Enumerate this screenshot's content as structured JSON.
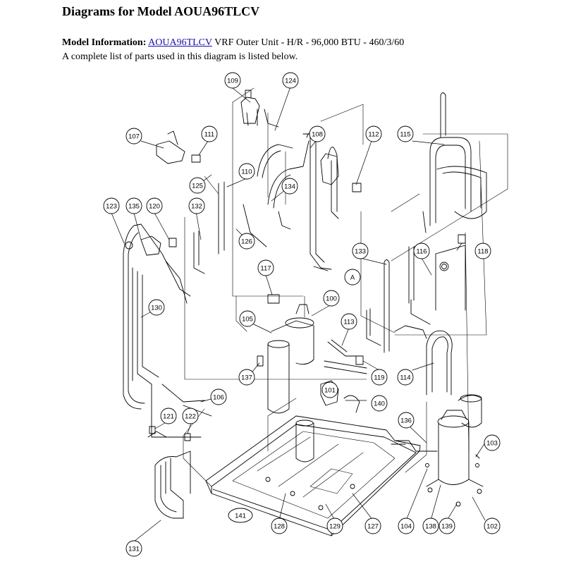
{
  "page_title": "Diagrams for Model AOUA96TLCV",
  "model_info": {
    "label": "Model Information:",
    "model_link": "AOUA96TLCV",
    "details": "VRF Outer Unit - H/R - 96,000 BTU - 460/3/60"
  },
  "description": "A complete list of parts used in this diagram is listed below.",
  "callouts": {
    "c100": "100",
    "c101": "101",
    "c102": "102",
    "c103": "103",
    "c104": "104",
    "c105": "105",
    "c106": "106",
    "c107": "107",
    "c108": "108",
    "c109": "109",
    "c110": "110",
    "c111": "111",
    "c112": "112",
    "c113": "113",
    "c114": "114",
    "c115": "115",
    "c116": "116",
    "c117": "117",
    "c118": "118",
    "c119": "119",
    "c120": "120",
    "c121": "121",
    "c122": "122",
    "c123": "123",
    "c124": "124",
    "c125": "125",
    "c126": "126",
    "c127": "127",
    "c128": "128",
    "c129": "129",
    "c130": "130",
    "c131": "131",
    "c132": "132",
    "c133": "133",
    "c134": "134",
    "c135": "135",
    "c136": "136",
    "c137": "137",
    "c138": "138",
    "c139": "139",
    "c140": "140",
    "c141": "141",
    "cA": "A"
  }
}
